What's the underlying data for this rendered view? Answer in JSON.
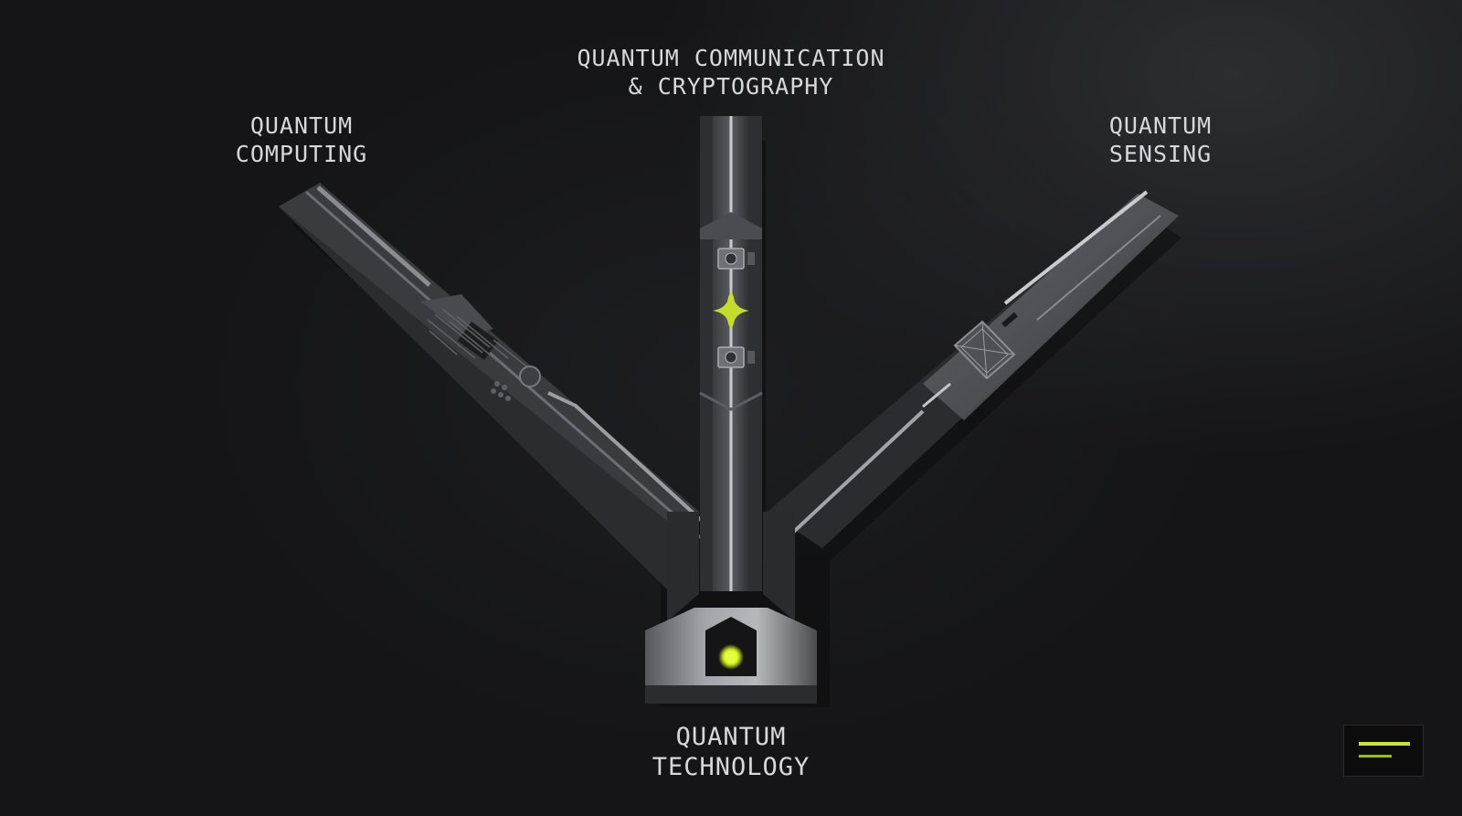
{
  "labels": {
    "communication": [
      "QUANTUM COMMUNICATION",
      "& CRYPTOGRAPHY"
    ],
    "computing": [
      "QUANTUM",
      "COMPUTING"
    ],
    "sensing": [
      "QUANTUM",
      "SENSING"
    ],
    "technology": [
      "QUANTUM",
      "TECHNOLOGY"
    ]
  },
  "colors": {
    "accent": "#d4f51c",
    "accent_dim": "#9cb828",
    "background": "#151517",
    "text": "#d8d8da",
    "metal_dark": "#2a2b2e",
    "metal_light": "#8e9095"
  },
  "icons": {
    "menu": "hamburger-menu-icon",
    "chip": "microchip-icon",
    "pulse": "photon-pulse-icon",
    "sensor": "sensor-grid-icon",
    "indicator": "status-light-icon"
  }
}
